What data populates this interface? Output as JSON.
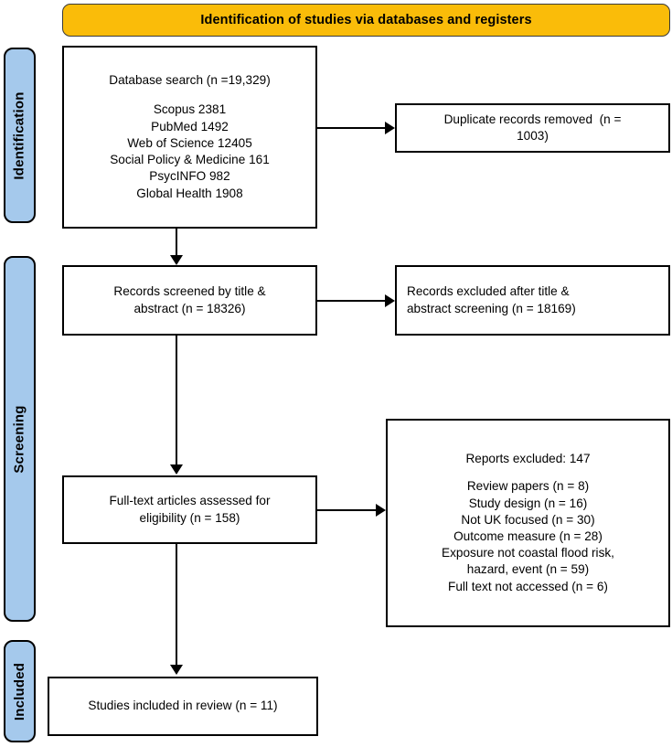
{
  "diagram": {
    "title": "PRISMA flow diagram",
    "colors": {
      "banner_background": "#FABC09",
      "stage_bar_background": "#A5C9EC",
      "box_border": "#000000",
      "box_background": "#FFFFFF",
      "connector": "#000000"
    },
    "banner": {
      "label": "Identification of studies via databases and registers"
    },
    "stages": [
      {
        "id": "identification",
        "label": "Identification"
      },
      {
        "id": "screening",
        "label": "Screening"
      },
      {
        "id": "included",
        "label": "Included"
      }
    ],
    "boxes": {
      "database_search": {
        "heading": "Database search (n =19,329)",
        "sources": [
          "Scopus 2381",
          "PubMed 1492",
          "Web of Science 12405",
          "Social Policy & Medicine 161",
          "PsycINFO 982",
          "Global Health 1908"
        ]
      },
      "duplicates_removed": {
        "lines": [
          "Duplicate records removed  (n =",
          "1003)"
        ]
      },
      "records_screened": {
        "lines": [
          "Records screened by title &",
          "abstract (n = 18326)"
        ]
      },
      "records_excluded": {
        "lines": [
          "Records excluded after title &",
          "abstract screening (n = 18169)"
        ]
      },
      "fulltext_assessed": {
        "lines": [
          "Full-text articles assessed for",
          "eligibility (n = 158)"
        ]
      },
      "reports_excluded": {
        "heading": "Reports excluded: 147",
        "reasons": [
          "Review papers (n = 8)",
          "Study design (n = 16)",
          "Not UK focused (n = 30)",
          "Outcome measure (n = 28)",
          "Exposure not coastal flood risk,",
          "hazard, event (n = 59)",
          "Full text not accessed (n = 6)"
        ]
      },
      "studies_included": {
        "label": "Studies included in review (n = 11)"
      }
    },
    "flow_counts": {
      "identified_total": 19329,
      "duplicates_removed": 1003,
      "screened": 18326,
      "excluded_title_abstract": 18169,
      "fulltext_assessed": 158,
      "reports_excluded_total": 147,
      "included": 11
    }
  }
}
